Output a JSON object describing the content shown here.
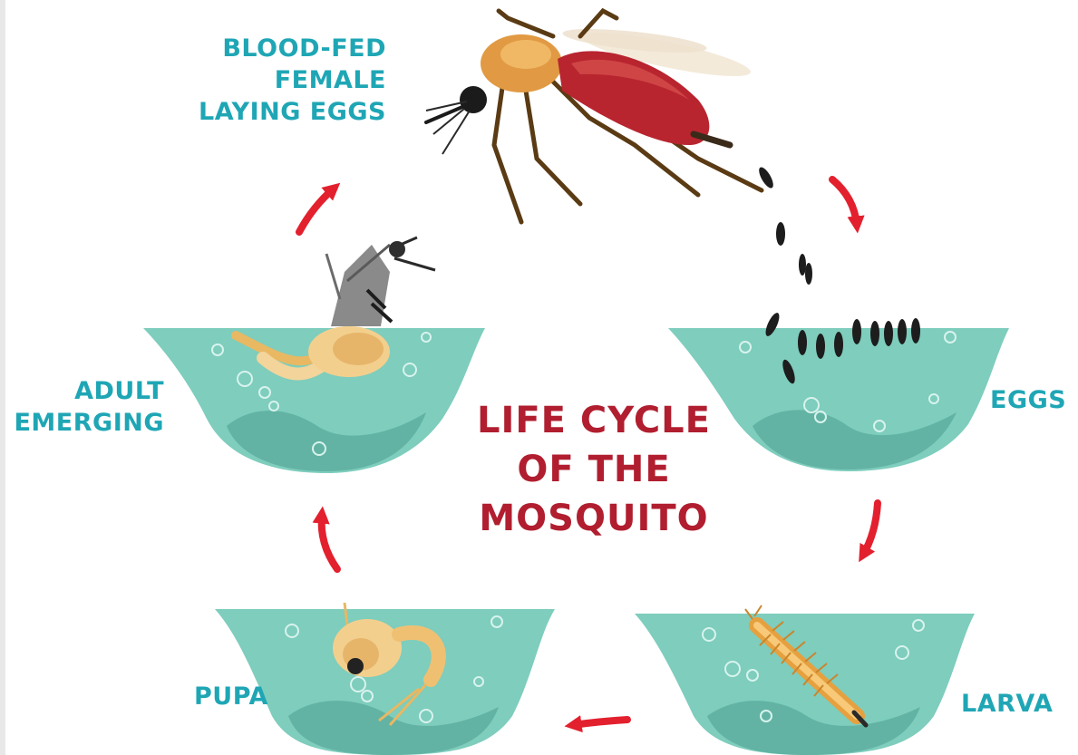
{
  "colors": {
    "water": "#7ecdbd",
    "water_shade": "#62b3a3",
    "label": "#1fa6b5",
    "title": "#b11e2f",
    "arrow": "#e3202e",
    "blood": "#b8252f",
    "mosquito_body": "#e19a43"
  },
  "title": {
    "line1": "LIFE CYCLE",
    "line2": "OF THE",
    "line3": "MOSQUITO"
  },
  "stages": {
    "blood_fed_female": {
      "line1": "BLOOD-FED",
      "line2": "FEMALE",
      "line3": "LAYING EGGS"
    },
    "eggs": {
      "label": "EGGS"
    },
    "larva": {
      "label": "LARVA"
    },
    "pupa": {
      "label": "PUPA"
    },
    "adult_emerging": {
      "line1": "ADULT",
      "line2": "EMERGING"
    }
  },
  "icons": [
    "mosquito-female-illustration",
    "eggs-illustration",
    "larva-illustration",
    "pupa-illustration",
    "emerging-adult-illustration",
    "cycle-arrow"
  ]
}
